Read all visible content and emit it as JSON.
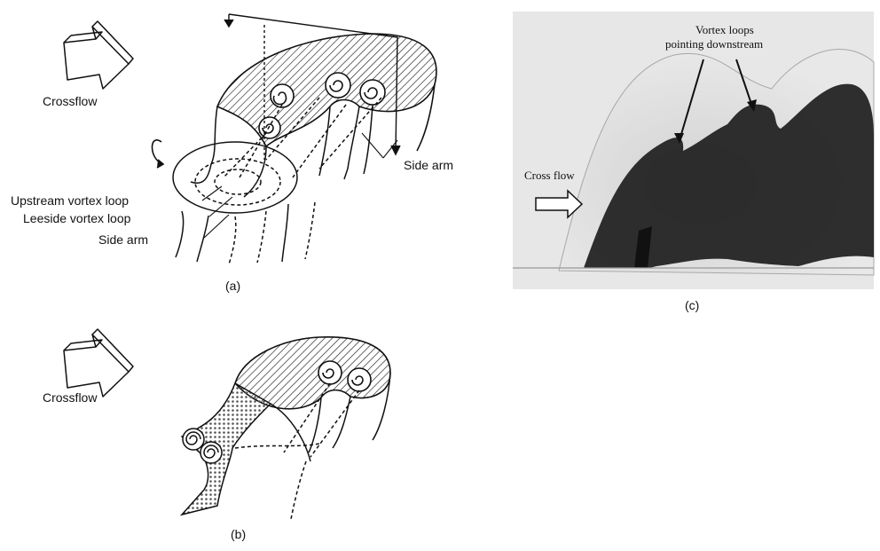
{
  "panel_a": {
    "caption": "(a)",
    "crossflow_label": "Crossflow",
    "side_arm_right": "Side arm",
    "upstream_vortex_loop": "Upstream vortex loop",
    "leeside_vortex_loop": "Leeside vortex loop",
    "side_arm_left": "Side arm",
    "icons": [
      "crossflow-arrow-icon",
      "rotation-arrow-icon"
    ]
  },
  "panel_b": {
    "caption": "(b)",
    "crossflow_label": "Crossflow",
    "icons": [
      "crossflow-arrow-icon"
    ]
  },
  "panel_c": {
    "caption": "(c)",
    "annotation_line1": "Vortex loops",
    "annotation_line2": "pointing downstream",
    "cross_flow_label": "Cross flow",
    "icons": [
      "cross-flow-arrow-icon"
    ]
  },
  "colors": {
    "ink": "#111111",
    "photo_bg": "#e6e6e6",
    "dye": "#1a1a1a"
  }
}
